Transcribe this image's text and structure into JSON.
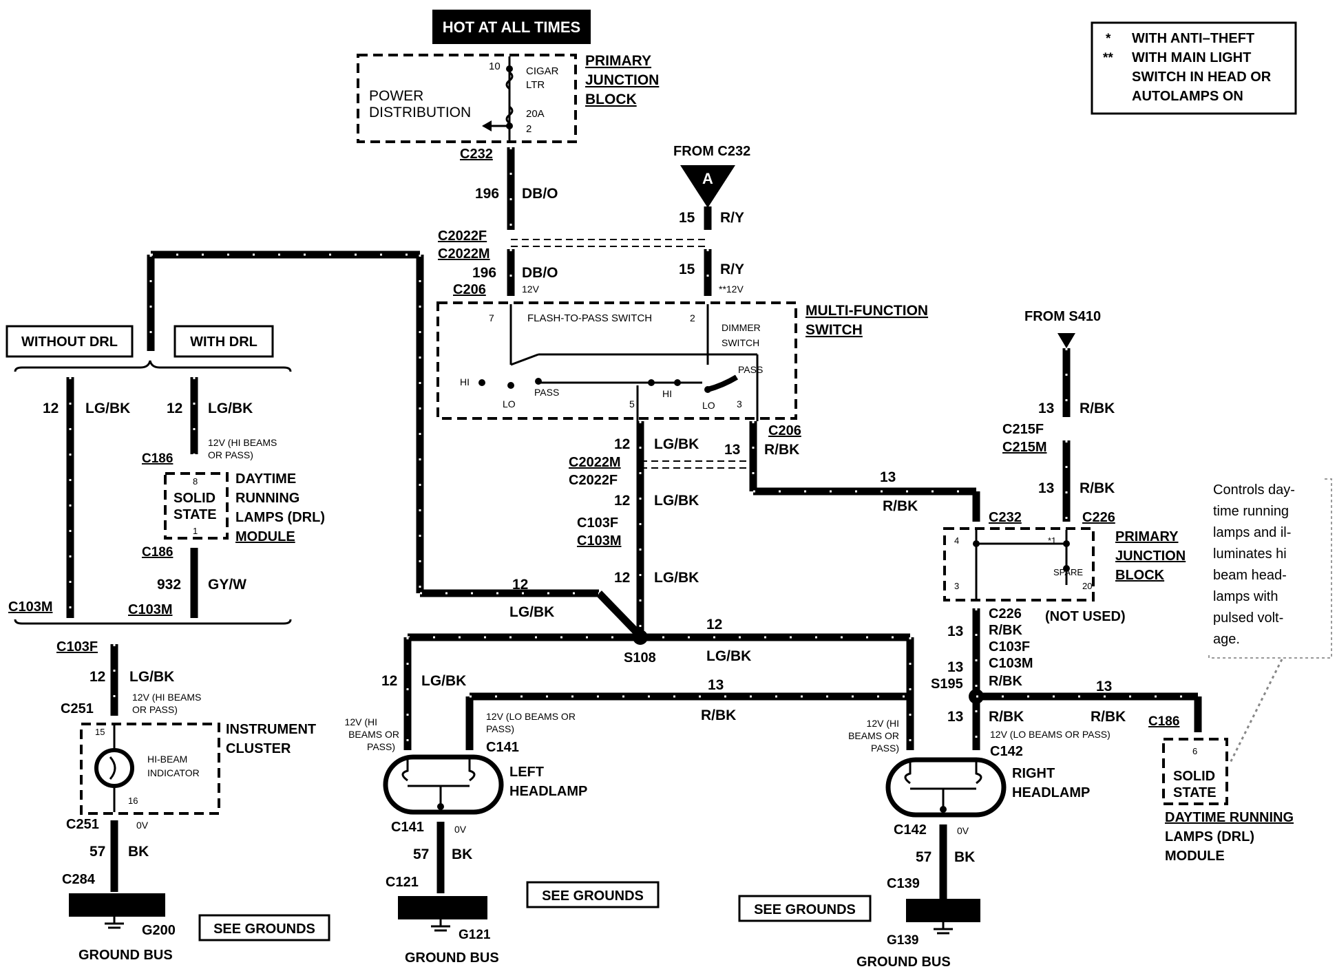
{
  "labels": {
    "hot": "HOT AT ALL TIMES",
    "legend": [
      "*",
      "WITH ANTI–THEFT",
      "**",
      "WITH MAIN LIGHT",
      "SWITCH IN HEAD OR",
      "AUTOLAMPS ON"
    ],
    "pjb_top": [
      "PRIMARY",
      "JUNCTION",
      "BLOCK"
    ],
    "power_dist": [
      "POWER",
      "DISTRIBUTION"
    ],
    "pjb_pins": {
      "p10": "10",
      "cigar": "CIGAR",
      "ltr": "LTR",
      "fuse": "20A",
      "p2": "2"
    },
    "c232_top": "C232",
    "w196a": "196",
    "dbo_a": "DB/O",
    "from_c232": "FROM C232",
    "a": "A",
    "w15a": "15",
    "ry_a": "R/Y",
    "c2022f_a": "C2022F",
    "c2022m_a": "C2022M",
    "w196b": "196",
    "dbo_b": "DB/O",
    "w15b": "15",
    "ry_b": "R/Y",
    "c206_a": "C206",
    "v12": "12V",
    "v12s": "**12V",
    "mfs": [
      "MULTI-FUNCTION",
      "SWITCH"
    ],
    "mfs_pins": {
      "p7": "7",
      "f2p": "FLASH-TO-PASS SWITCH",
      "p2": "2",
      "dimmer": [
        "DIMMER",
        "SWITCH"
      ],
      "pass1": "PASS",
      "hi1": "HI",
      "lo1": "LO",
      "pass2": "PASS",
      "p5": "5",
      "hi2": "HI",
      "lo2": "LO",
      "p3": "3"
    },
    "without_drl": "WITHOUT DRL",
    "with_drl": "WITH DRL",
    "w12_left": "12",
    "lgbk_left": "LG/BK",
    "w12_drl": "12",
    "lgbk_drl": "LG/BK",
    "v12_hi_pass_a": [
      "12V (HI BEAMS",
      "OR PASS)"
    ],
    "c186_a": "C186",
    "drl_pins": {
      "p8": "8",
      "p1": "1",
      "solid": "SOLID",
      "state": "STATE"
    },
    "drl_label": [
      "DAYTIME",
      "RUNNING",
      "LAMPS (DRL)",
      "MODULE"
    ],
    "c186_b": "C186",
    "w932": "932",
    "gyw": "GY/W",
    "c103m_a": "C103M",
    "c103m_b": "C103M",
    "c103f_a": "C103F",
    "w12_ic": "12",
    "lgbk_ic": "LG/BK",
    "v12_hi_pass_b": [
      "12V (HI BEAMS",
      "OR PASS)"
    ],
    "c251_a": "C251",
    "ic_pins": {
      "p15": "15",
      "p16": "16",
      "hi_beam": [
        "HI-BEAM",
        "INDICATOR"
      ]
    },
    "ic_label": [
      "INSTRUMENT",
      "CLUSTER"
    ],
    "c251_b": "C251",
    "v0_a": "0V",
    "w57_a": "57",
    "bk_a": "BK",
    "c284": "C284",
    "g200": "G200",
    "see_grounds_a": "SEE GROUNDS",
    "ground_bus_a": "GROUND BUS",
    "c206_b": "C206",
    "w12_mid": "12",
    "lgbk_mid": "LG/BK",
    "w13_mid": "13",
    "rbk_mid": "R/BK",
    "c2022m_b": "C2022M",
    "c2022f_b": "C2022F",
    "w12_mid2": "12",
    "lgbk_mid2": "LG/BK",
    "c103f_b": "C103F",
    "c103m_c": "C103M",
    "w12_mid3": "12",
    "lgbk_mid3": "LG/BK",
    "w12_long": "12",
    "lgbk_long": "LG/BK",
    "s108": "S108",
    "w12_right": "12",
    "lgbk_right": "LG/BK",
    "w13_rbk": "13",
    "rbk_rbk": "R/BK",
    "from_s410": "FROM S410",
    "w13_s410": "13",
    "rbk_s410": "R/BK",
    "c215f": "C215F",
    "c215m": "C215M",
    "w13_s410b": "13",
    "rbk_s410b": "R/BK",
    "c232_b": "C232",
    "c226_a": "C226",
    "pjb2_pins": {
      "p4": "4",
      "p1": "*1",
      "p3": "3",
      "spare": "SPARE",
      "p20": "20"
    },
    "pjb2": [
      "PRIMARY",
      "JUNCTION",
      "BLOCK"
    ],
    "not_used": "(NOT USED)",
    "c226_b": "C226",
    "rbk_c226": "R/BK",
    "w13_c226": "13",
    "c103f_c": "C103F",
    "c103m_d": "C103M",
    "w13_s195": "13",
    "rbk_s195": "R/BK",
    "s195": "S195",
    "note": [
      "Controls day-",
      "time running",
      "lamps and il-",
      "luminates hi",
      "beam head-",
      "lamps with",
      "pulsed volt-",
      "age."
    ],
    "w12_lh": "12",
    "lgbk_lh": "LG/BK",
    "w13_lo": "13",
    "rbk_lo": "R/BK",
    "w13_rlo": "13",
    "rbk_rlo": "R/BK",
    "v12_lh_hi": [
      "12V (HI",
      "BEAMS OR",
      "PASS)"
    ],
    "v12_lh_lo": [
      "12V (LO BEAMS OR",
      "PASS)"
    ],
    "c141_a": "C141",
    "left_hl": [
      "LEFT",
      "HEADLAMP"
    ],
    "c141_b": "C141",
    "v0_b": "0V",
    "w57_b": "57",
    "bk_b": "BK",
    "c121": "C121",
    "g121": "G121",
    "ground_bus_b": "GROUND BUS",
    "see_grounds_b": "SEE GROUNDS",
    "w13_rh": "13",
    "rbk_rh": "R/BK",
    "v12_rh_hi": [
      "12V (HI",
      "BEAMS OR",
      "PASS)"
    ],
    "v12_rh_lo": "12V (LO BEAMS OR PASS)",
    "c142_a": "C142",
    "right_hl": [
      "RIGHT",
      "HEADLAMP"
    ],
    "c142_b": "C142",
    "v0_c": "0V",
    "w57_c": "57",
    "bk_c": "BK",
    "c139": "C139",
    "g139": "G139",
    "ground_bus_c": "GROUND BUS",
    "see_grounds_c": "SEE GROUNDS",
    "c186_c": "C186",
    "drl2_pins": {
      "p6": "6"
    },
    "drl2": [
      "SOLID",
      "STATE"
    ],
    "drl2_label": [
      "DAYTIME RUNNING",
      "LAMPS (DRL)",
      "MODULE"
    ]
  }
}
